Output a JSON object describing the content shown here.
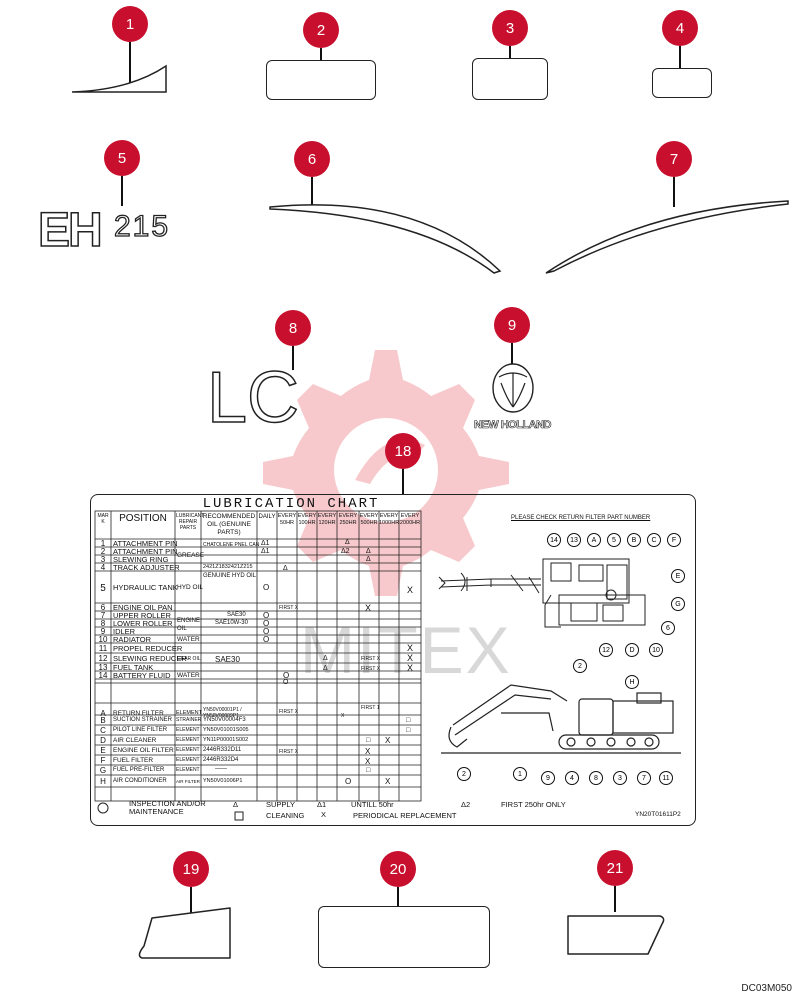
{
  "callouts": [
    {
      "num": "1"
    },
    {
      "num": "2"
    },
    {
      "num": "3"
    },
    {
      "num": "4"
    },
    {
      "num": "5"
    },
    {
      "num": "6"
    },
    {
      "num": "7"
    },
    {
      "num": "8"
    },
    {
      "num": "9"
    },
    {
      "num": "18"
    },
    {
      "num": "19"
    },
    {
      "num": "20"
    },
    {
      "num": "21"
    }
  ],
  "decals": {
    "model_prefix": "EH",
    "model_number": "215",
    "lc_text": "LC",
    "brand": "NEW HOLLAND"
  },
  "watermark": "MITEX",
  "drawing_code": "DC03M050",
  "chart": {
    "title": "LUBRICATION CHART",
    "filter_note": "PLEASE CHECK RETURN FILTER PART NUMBER",
    "columns": {
      "mark": "MARK",
      "position": "POSITION",
      "lubricant": "LUBRICANT REPAIR PARTS",
      "recommended": "RECOMMENDED OIL (GENUINE PARTS)",
      "daily": "DAILY",
      "e50": "EVERY 50HR",
      "e100": "EVERY 100HR",
      "e120": "EVERY 120HR",
      "e250": "EVERY 250HR",
      "e500": "EVERY 500HR",
      "e1000": "EVERY 1000HR",
      "e2000": "EVERY 2000HR"
    },
    "rows": [
      {
        "mark": "1",
        "position": "ATTACHMENT PIN"
      },
      {
        "mark": "2",
        "position": "ATTACHMENT PIN"
      },
      {
        "mark": "3",
        "position": "SLEWING RING"
      },
      {
        "mark": "4",
        "position": "TRACK ADJUSTER"
      },
      {
        "mark": "5",
        "position": "HYDRAULIC TANK"
      },
      {
        "mark": "6",
        "position": "ENGINE OIL PAN"
      },
      {
        "mark": "7",
        "position": "UPPER ROLLER"
      },
      {
        "mark": "8",
        "position": "LOWER ROLLER"
      },
      {
        "mark": "9",
        "position": "IDLER"
      },
      {
        "mark": "10",
        "position": "RADIATOR"
      },
      {
        "mark": "11",
        "position": "PROPEL REDUCER"
      },
      {
        "mark": "12",
        "position": "SLEWING REDUCER"
      },
      {
        "mark": "13",
        "position": "FUEL TANK"
      },
      {
        "mark": "14",
        "position": "BATTERY FLUID"
      }
    ],
    "lubricants": {
      "grease": "GREASE",
      "hyd_oil": "HYD OIL",
      "engine_oil": "ENGINE OIL",
      "water": "WATER",
      "gear_oil": "GEAR OIL"
    },
    "oils": {
      "grease_spec": "CHATOLENE   PNEL CAN",
      "grease_part": "2421Z1832421Z215",
      "hyd": "GENUINE HYD OIL",
      "sae30": "SAE30",
      "sae10": "SAE10W-30",
      "sae30b": "SAE30"
    },
    "filters": [
      {
        "mark": "A",
        "position": "RETURN FILTER",
        "type": "ELEMENT",
        "part": "YN50V00001P1 / YN50V00009P1"
      },
      {
        "mark": "B",
        "position": "SUCTION STRAINER",
        "type": "STRAINER",
        "part": "YN50V00004F3"
      },
      {
        "mark": "C",
        "position": "PILOT LINE FILTER",
        "type": "ELEMENT",
        "part": "YN50V01001S005"
      },
      {
        "mark": "D",
        "position": "AIR CLEANER",
        "type": "ELEMENT",
        "part": "YN11P00001S002"
      },
      {
        "mark": "E",
        "position": "ENGINE OIL FILTER",
        "type": "ELEMENT",
        "part": "2446R332D11"
      },
      {
        "mark": "F",
        "position": "FUEL FILTER",
        "type": "ELEMENT",
        "part": "2446R332D4"
      },
      {
        "mark": "G",
        "position": "FUEL PRE-FILTER",
        "type": "ELEMENT",
        "part": "——"
      },
      {
        "mark": "H",
        "position": "AIR CONDITIONER",
        "type": "AIR FILTER",
        "part": "YN50V01006P1"
      }
    ],
    "interval_marks": {
      "first": "FIRST X",
      "first_1": "FIRST 1",
      "x": "X",
      "o": "O",
      "tri": "Δ",
      "tri1": "Δ1",
      "tri2": "Δ2",
      "sq": "□"
    },
    "legend": {
      "inspection": "INSPECTION AND/OR MAINTENANCE",
      "supply": "SUPPLY",
      "cleaning": "CLEANING",
      "until50": "UNTILL 50hr",
      "first250": "FIRST 250hr ONLY",
      "periodical": "PERIODICAL REPLACEMENT",
      "d1": "Δ1",
      "d2": "Δ2",
      "x": "X"
    },
    "part_code": "YN20T01611P2",
    "diagram_labels": [
      "14",
      "13",
      "A",
      "5",
      "B",
      "C",
      "F",
      "E",
      "G",
      "6",
      "10",
      "D",
      "12",
      "2",
      "H",
      "2",
      "1",
      "9",
      "4",
      "8",
      "3",
      "7",
      "11"
    ]
  }
}
